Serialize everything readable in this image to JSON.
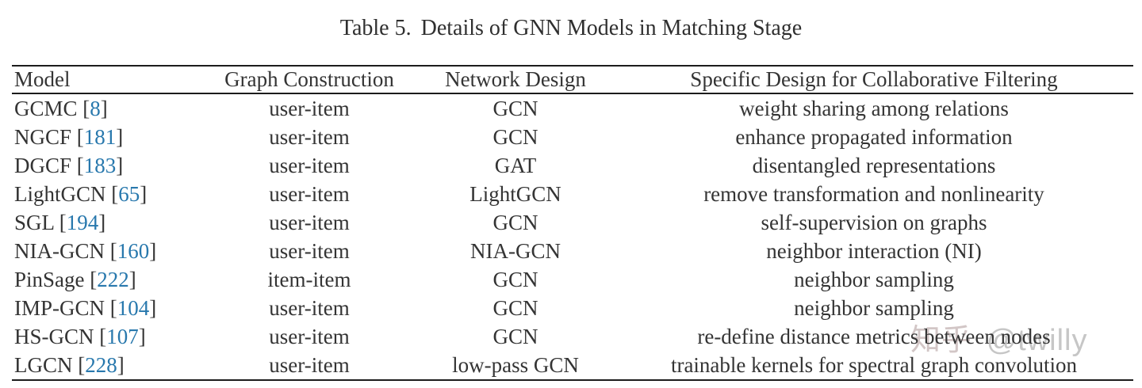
{
  "page": {
    "caption_label": "Table 5.",
    "caption_text": "Details of GNN Models in Matching Stage",
    "watermark": {
      "site": "知乎",
      "handle": "@twilly",
      "site_color": "#d2c6c6",
      "handle_color": "#c6c6c6"
    }
  },
  "table": {
    "columns": [
      "Model",
      "Graph Construction",
      "Network Design",
      "Specific Design for Collaborative Filtering"
    ],
    "brackets": {
      "open": "[",
      "close": "]"
    },
    "citation_color": "#2878ad",
    "text_color": "#343434",
    "rule_color": "#1c1c1c",
    "rows": [
      {
        "model": "GCMC",
        "citation": "8",
        "graph_construction": "user-item",
        "network_design": "GCN",
        "specific_design": "weight sharing among relations"
      },
      {
        "model": "NGCF",
        "citation": "181",
        "graph_construction": "user-item",
        "network_design": "GCN",
        "specific_design": "enhance propagated information"
      },
      {
        "model": "DGCF",
        "citation": "183",
        "graph_construction": "user-item",
        "network_design": "GAT",
        "specific_design": "disentangled representations"
      },
      {
        "model": "LightGCN",
        "citation": "65",
        "graph_construction": "user-item",
        "network_design": "LightGCN",
        "specific_design": "remove transformation and nonlinearity"
      },
      {
        "model": "SGL",
        "citation": "194",
        "graph_construction": "user-item",
        "network_design": "GCN",
        "specific_design": "self-supervision on graphs"
      },
      {
        "model": "NIA-GCN",
        "citation": "160",
        "graph_construction": "user-item",
        "network_design": "NIA-GCN",
        "specific_design": "neighbor interaction (NI)"
      },
      {
        "model": "PinSage",
        "citation": "222",
        "graph_construction": "item-item",
        "network_design": "GCN",
        "specific_design": "neighbor sampling"
      },
      {
        "model": "IMP-GCN",
        "citation": "104",
        "graph_construction": "user-item",
        "network_design": "GCN",
        "specific_design": "neighbor sampling"
      },
      {
        "model": "HS-GCN",
        "citation": "107",
        "graph_construction": "user-item",
        "network_design": "GCN",
        "specific_design": "re-define distance metrics between nodes"
      },
      {
        "model": "LGCN",
        "citation": "228",
        "graph_construction": "user-item",
        "network_design": "low-pass GCN",
        "specific_design": "trainable kernels for spectral graph convolution"
      }
    ]
  }
}
